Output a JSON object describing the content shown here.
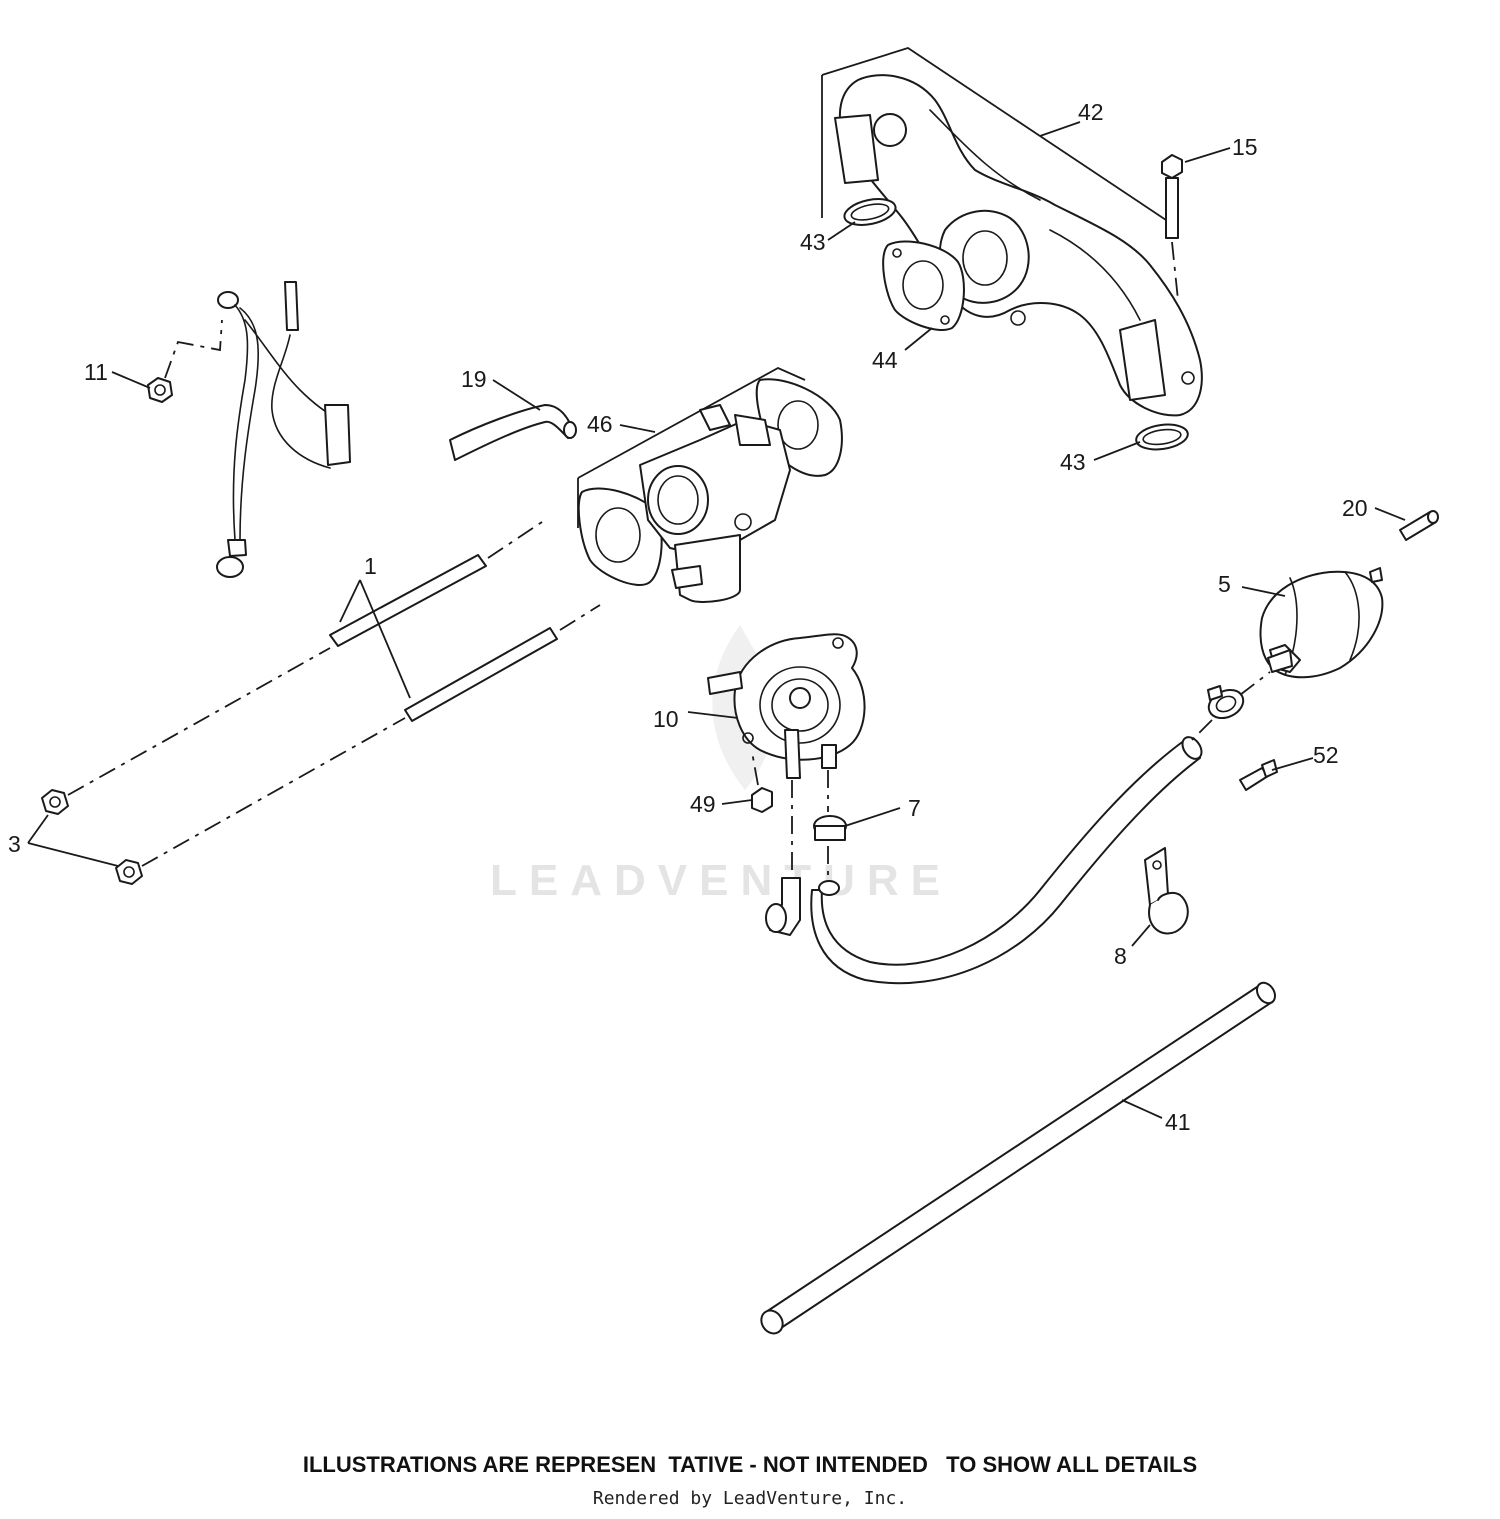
{
  "watermark": "LEADVENTURE",
  "callouts": {
    "c1": "1",
    "c3": "3",
    "c5": "5",
    "c7": "7",
    "c8": "8",
    "c10": "10",
    "c11": "11",
    "c15": "15",
    "c19": "19",
    "c20": "20",
    "c41": "41",
    "c42": "42",
    "c43a": "43",
    "c43b": "43",
    "c44": "44",
    "c46": "46",
    "c49": "49",
    "c52": "52"
  },
  "footer": {
    "disclaimer": "ILLUSTRATIONS ARE REPRESEN  TATIVE - NOT INTENDED   TO SHOW ALL DETAILS",
    "credit": "Rendered by LeadVenture, Inc."
  }
}
